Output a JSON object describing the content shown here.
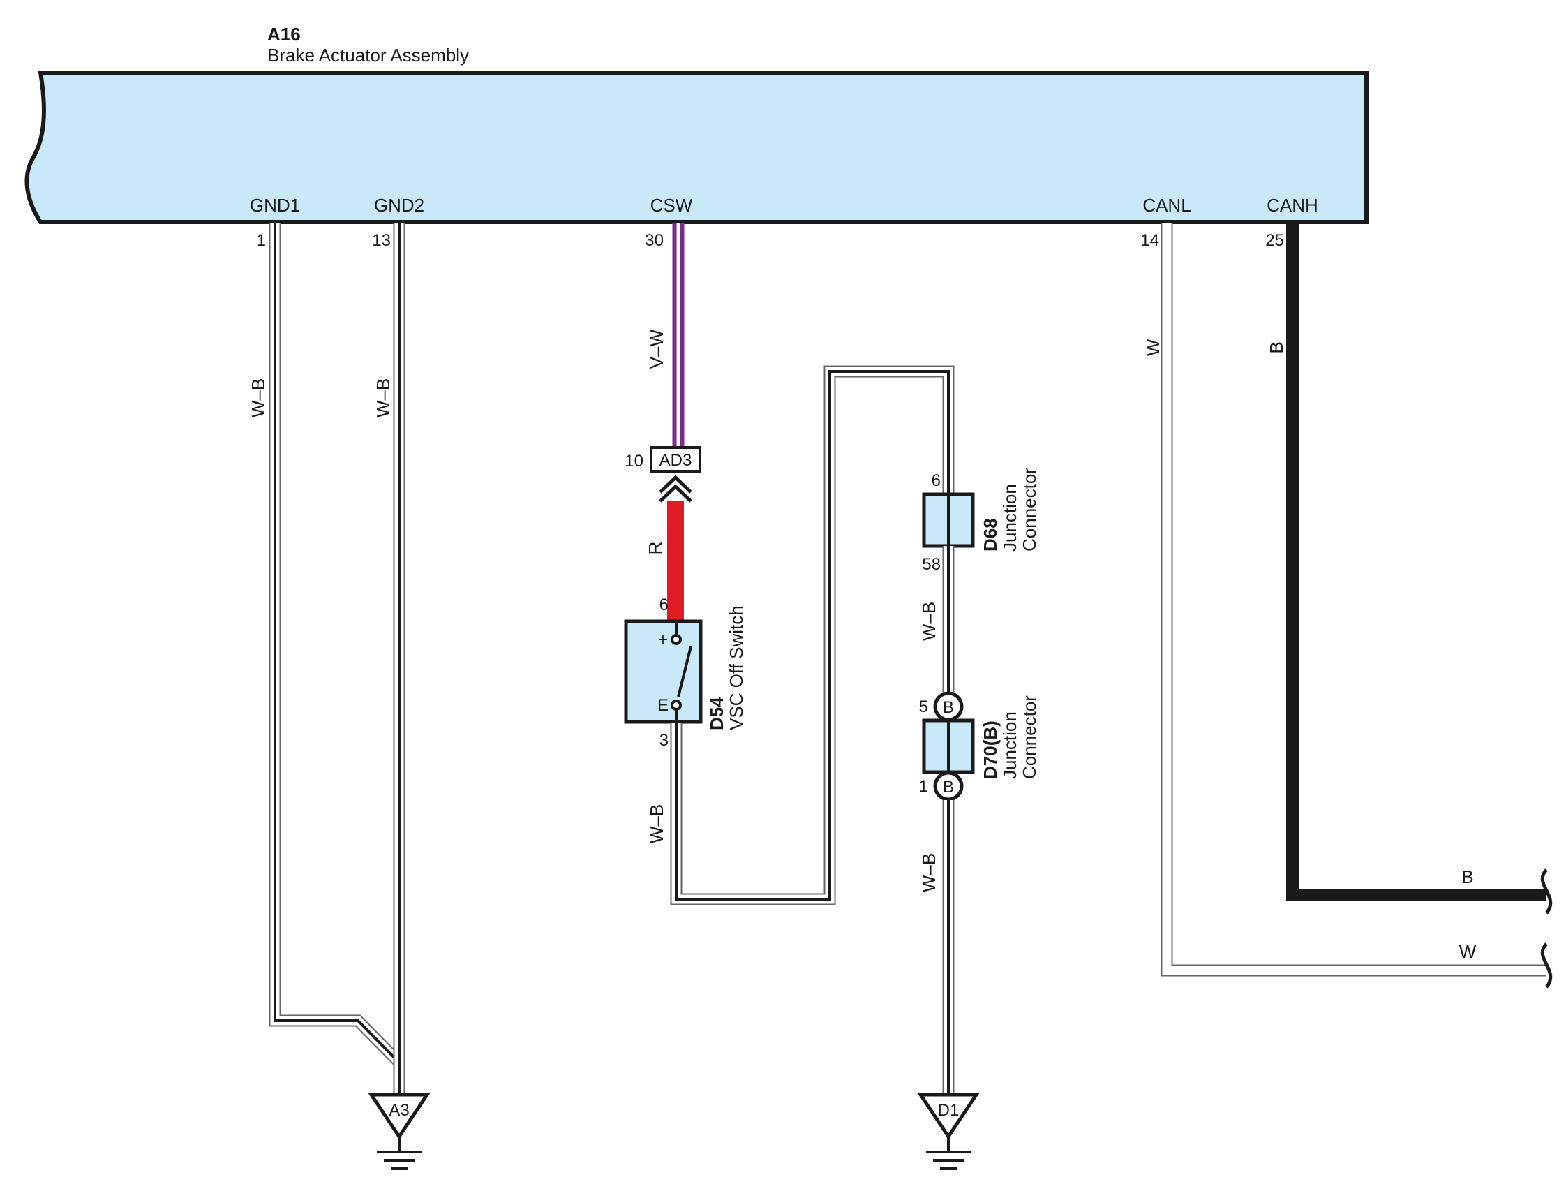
{
  "component_main": {
    "code": "A16",
    "name": "Brake Actuator Assembly"
  },
  "terminals": {
    "gnd1": {
      "name": "GND1",
      "pin": "1"
    },
    "gnd2": {
      "name": "GND2",
      "pin": "13"
    },
    "csw": {
      "name": "CSW",
      "pin": "30"
    },
    "canl": {
      "name": "CANL",
      "pin": "14"
    },
    "canh": {
      "name": "CANH",
      "pin": "25"
    }
  },
  "wires": {
    "gnd1": "W–B",
    "gnd2": "W–B",
    "csw": "V–W",
    "red": "R",
    "switch_ground": "W–B",
    "junction_mid": "W–B",
    "junction_low": "W–B",
    "canl": "W",
    "canh": "B",
    "canh_out": "B",
    "canl_out": "W"
  },
  "connector_ad3": {
    "code": "AD3",
    "pin": "10"
  },
  "switch": {
    "code": "D54",
    "name": "VSC Off Switch",
    "pin_top": "6",
    "pin_bottom": "3",
    "plus": "+",
    "e": "E"
  },
  "junction_d68": {
    "code": "D68",
    "line1": "Junction",
    "line2": "Connector",
    "pin_top": "6",
    "pin_bottom": "58"
  },
  "junction_d70": {
    "code": "D70(B)",
    "line1": "Junction",
    "line2": "Connector",
    "pin_top": "5",
    "pin_bottom": "1",
    "badge": "B"
  },
  "grounds": {
    "a3": "A3",
    "d1": "D1"
  },
  "colors": {
    "body_fill": "#c9e8f8",
    "violet": "#7b2d8e",
    "red": "#e01b24",
    "black": "#1a1a1a"
  }
}
